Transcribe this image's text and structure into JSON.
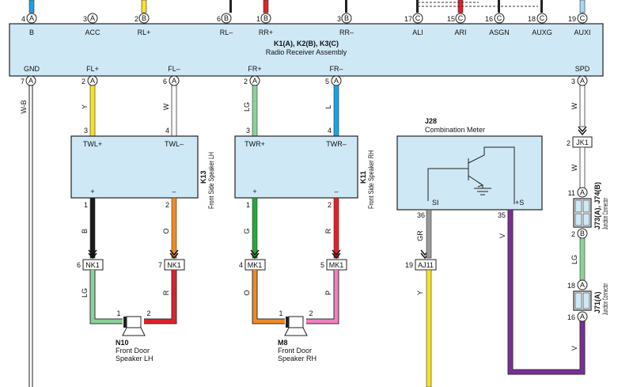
{
  "radio": {
    "title": "K1(A), K2(B), K3(C)",
    "subtitle": "Radio Receiver Assembly",
    "top_pins": [
      {
        "num": "4",
        "conn": "A",
        "label": "B"
      },
      {
        "num": "3",
        "conn": "A",
        "label": "ACC"
      },
      {
        "num": "2",
        "conn": "B",
        "label": "RL+"
      },
      {
        "num": "6",
        "conn": "B",
        "label": "RL–"
      },
      {
        "num": "1",
        "conn": "B",
        "label": "RR+"
      },
      {
        "num": "3",
        "conn": "B",
        "label": "RR–"
      },
      {
        "num": "17",
        "conn": "C",
        "label": "ALI"
      },
      {
        "num": "15",
        "conn": "C",
        "label": "ARI"
      },
      {
        "num": "16",
        "conn": "C",
        "label": "ASGN"
      },
      {
        "num": "18",
        "conn": "C",
        "label": "AUXG"
      },
      {
        "num": "19",
        "conn": "C",
        "label": "AUXI"
      }
    ],
    "bottom_pins": [
      {
        "num": "7",
        "conn": "A",
        "label": "GND"
      },
      {
        "num": "2",
        "conn": "A",
        "label": "FL+"
      },
      {
        "num": "6",
        "conn": "A",
        "label": "FL–"
      },
      {
        "num": "2",
        "conn": "A",
        "label": "FR+"
      },
      {
        "num": "5",
        "conn": "A",
        "label": "FR–"
      },
      {
        "num": "3",
        "conn": "A",
        "label": "SPD"
      }
    ]
  },
  "wire_colors": {
    "gnd": "W-B",
    "fl_plus": "Y",
    "fl_minus": "W",
    "fr_plus": "LG",
    "fr_minus": "L",
    "spd": "W",
    "k13_plus": "B",
    "k13_minus": "O",
    "k11_plus": "G",
    "k11_minus": "R",
    "nk1_6_out": "LG",
    "nk1_7_out": "R",
    "mk1_4_out": "O",
    "mk1_5_out": "P",
    "si": "GR",
    "aj11_out": "Y",
    "plus_s": "V",
    "jk1_out": "W",
    "j73_out": "LG",
    "j71_out": "V"
  },
  "k13": {
    "id": "K13",
    "name": "Front Side Speaker LH",
    "pin_top_left": "3",
    "pin_top_right": "4",
    "label_left": "TWL+",
    "label_right": "TWL–",
    "sign_plus": "+",
    "sign_minus": "–",
    "pin_bottom_left": "1",
    "pin_bottom_right": "2"
  },
  "k11": {
    "id": "K11",
    "name": "Front Side Speaker RH",
    "pin_top_left": "3",
    "pin_top_right": "4",
    "label_left": "TWR+",
    "label_right": "TWR–",
    "sign_plus": "+",
    "sign_minus": "–",
    "pin_bottom_left": "1",
    "pin_bottom_right": "2"
  },
  "j28": {
    "id": "J28",
    "name": "Combination Meter",
    "label_si": "SI",
    "label_s": "+S",
    "pin_si": "36",
    "pin_s": "35"
  },
  "connectors": {
    "nk1_a": {
      "pin": "6",
      "name": "NK1"
    },
    "nk1_b": {
      "pin": "7",
      "name": "NK1"
    },
    "mk1_a": {
      "pin": "4",
      "name": "MK1"
    },
    "mk1_b": {
      "pin": "5",
      "name": "MK1"
    },
    "aj11": {
      "pin": "19",
      "name": "AJ11"
    },
    "jk1": {
      "pin": "2",
      "name": "JK1"
    }
  },
  "j73": {
    "title": "J73(A), J74(B)",
    "subtitle": "Junction Connector",
    "pin_top": "11",
    "conn_top": "A",
    "pin_bottom": "2",
    "conn_bottom": "B"
  },
  "j71": {
    "title": "J71(A)",
    "subtitle": "Junction Connector",
    "pin_top": "18",
    "conn_top": "A",
    "pin_bottom": "16",
    "conn_bottom": "A"
  },
  "n10": {
    "id": "N10",
    "line1": "Front Door",
    "line2": "Speaker LH",
    "pin_left": "1",
    "pin_right": "2"
  },
  "m8": {
    "id": "M8",
    "line1": "Front Door",
    "line2": "Speaker RH",
    "pin_left": "1",
    "pin_right": "2"
  },
  "colors": {
    "component_fill": "#cfe8f5",
    "yellow": "#f7e02a",
    "white_wire": "#ffffff",
    "light_green": "#8cd19a",
    "blue": "#1aa2e6",
    "black": "#1a1a1a",
    "orange": "#ee8a26",
    "green": "#27a63c",
    "red": "#e2202a",
    "gray": "#9a9a9a",
    "violet": "#7b2d9a",
    "pink": "#ee82be",
    "light_blue": "#a8d7f5"
  }
}
